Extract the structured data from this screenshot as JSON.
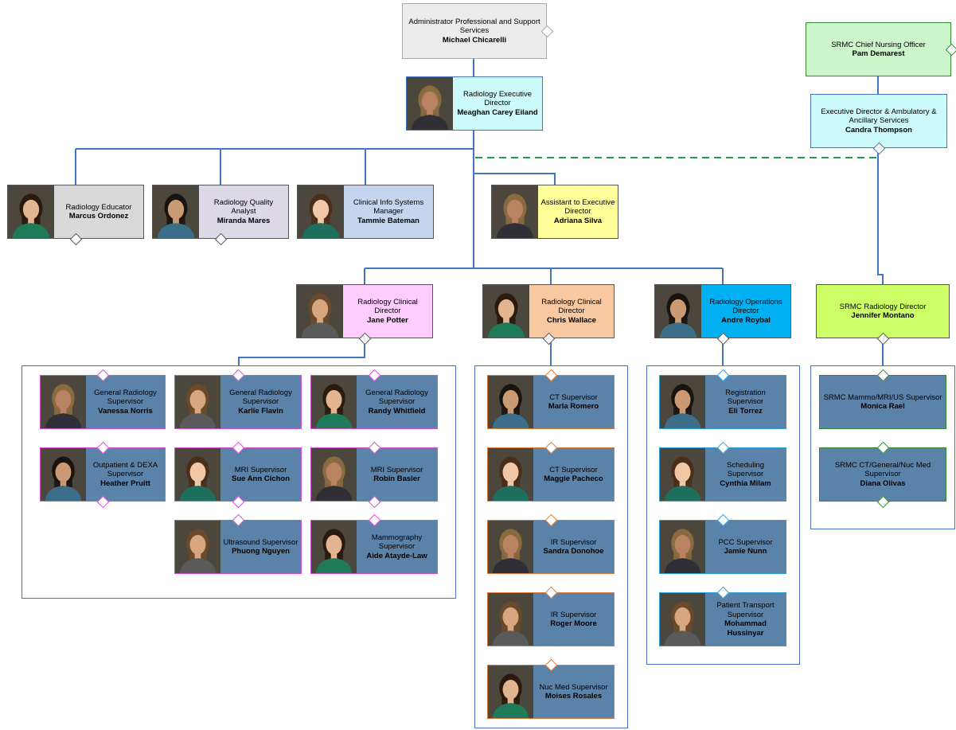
{
  "chart_data": {
    "type": "org-chart",
    "nodes": {
      "admin": {
        "title": "Administrator Professional and Support Services",
        "name": "Michael Chicarelli"
      },
      "cno": {
        "title": "SRMC Chief Nursing Officer",
        "name": "Pam Demarest"
      },
      "exec": {
        "title": "Radiology Executive Director",
        "name": "Meaghan Carey Eiland"
      },
      "amb": {
        "title": "Executive Director & Ambulatory & Ancillary Services",
        "name": "Candra Thompson"
      },
      "edu": {
        "title": "Radiology Educator",
        "name": "Marcus Ordonez"
      },
      "qa": {
        "title": "Radiology Quality Analyst",
        "name": "Miranda Mares"
      },
      "cis": {
        "title": "Clinical Info Systems Manager",
        "name": "Tammie Bateman"
      },
      "asst": {
        "title": "Assistant to Executive Director",
        "name": "Adriana Silva"
      },
      "clin1": {
        "title": "Radiology Clinical Director",
        "name": "Jane Potter"
      },
      "clin2": {
        "title": "Radiology Clinical Director",
        "name": "Chris Wallace"
      },
      "ops": {
        "title": "Radiology Operations Director",
        "name": "Andre Roybal"
      },
      "srmcdir": {
        "title": "SRMC Radiology Director",
        "name": "Jennifer Montano"
      },
      "gr1": {
        "title": "General Radiology Supervisor",
        "name": "Vanessa Norris"
      },
      "gr2": {
        "title": "General Radiology Supervisor",
        "name": "Karlie Flavin"
      },
      "gr3": {
        "title": "General Radiology Supervisor",
        "name": "Randy Whitfield"
      },
      "dexa": {
        "title": "Outpatient & DEXA Supervisor",
        "name": "Heather Pruitt"
      },
      "mri1": {
        "title": "MRI Supervisor",
        "name": "Sue Ann Cichon"
      },
      "mri2": {
        "title": "MRI Supervisor",
        "name": "Robin Basler"
      },
      "us": {
        "title": "Ultrasound Supervisor",
        "name": "Phuong Nguyen"
      },
      "mammo": {
        "title": "Mammography Supervisor",
        "name": "Aide Atayde-Law"
      },
      "ct1": {
        "title": "CT Supervisor",
        "name": "Marla Romero"
      },
      "ct2": {
        "title": "CT Supervisor",
        "name": "Maggie Pacheco"
      },
      "ir1": {
        "title": "IR Supervisor",
        "name": "Sandra Donohoe"
      },
      "ir2": {
        "title": "IR Supervisor",
        "name": "Roger Moore"
      },
      "nuc": {
        "title": "Nuc Med Supervisor",
        "name": "Moises Rosales"
      },
      "reg": {
        "title": "Registration Supervisor",
        "name": "Eli Torrez"
      },
      "sched": {
        "title": "Scheduling Supervisor",
        "name": "Cynthia Milam"
      },
      "pcc": {
        "title": "PCC Supervisor",
        "name": "Jamie Nunn"
      },
      "transport": {
        "title": "Patient Transport Supervisor",
        "name": "Mohammad Hussinyar"
      },
      "srmcmri": {
        "title": "SRMC Mammo/MRI/US Supervisor",
        "name": "Monica Rael"
      },
      "srmcct": {
        "title": "SRMC CT/General/Nuc Med Supervisor",
        "name": "Diana Olivas"
      }
    },
    "edges": [
      [
        "admin",
        "exec"
      ],
      [
        "cno",
        "amb"
      ],
      [
        "exec",
        "edu"
      ],
      [
        "exec",
        "qa"
      ],
      [
        "exec",
        "cis"
      ],
      [
        "exec",
        "asst"
      ],
      [
        "exec",
        "clin1"
      ],
      [
        "exec",
        "clin2"
      ],
      [
        "exec",
        "ops"
      ],
      [
        "amb",
        "srmcdir"
      ],
      [
        "amb",
        "exec",
        "dashed"
      ],
      [
        "clin1",
        "gr1"
      ],
      [
        "clin1",
        "gr2"
      ],
      [
        "clin1",
        "gr3"
      ],
      [
        "clin1",
        "dexa"
      ],
      [
        "clin1",
        "mri1"
      ],
      [
        "clin1",
        "mri2"
      ],
      [
        "clin1",
        "us"
      ],
      [
        "clin1",
        "mammo"
      ],
      [
        "clin2",
        "ct1"
      ],
      [
        "clin2",
        "ct2"
      ],
      [
        "clin2",
        "ir1"
      ],
      [
        "clin2",
        "ir2"
      ],
      [
        "clin2",
        "nuc"
      ],
      [
        "ops",
        "reg"
      ],
      [
        "ops",
        "sched"
      ],
      [
        "ops",
        "pcc"
      ],
      [
        "ops",
        "transport"
      ],
      [
        "srmcdir",
        "srmcmri"
      ],
      [
        "srmcdir",
        "srmcct"
      ]
    ],
    "colors": {
      "admin": "#ececec",
      "cno": "#ccf5cc",
      "exec": "#ccfafa",
      "amb": "#ccfafa",
      "edu": "#d9d9d9",
      "qa": "#dcd8e6",
      "cis": "#c5d5ee",
      "asst": "#ffff99",
      "clin1": "#ffccff",
      "clin2": "#f8c9a0",
      "ops": "#00b0f0",
      "srmcdir": "#ccff66",
      "supervisor": "#5b82a8",
      "connector": "#4472c4",
      "dashed": "#1e9e4a"
    }
  }
}
